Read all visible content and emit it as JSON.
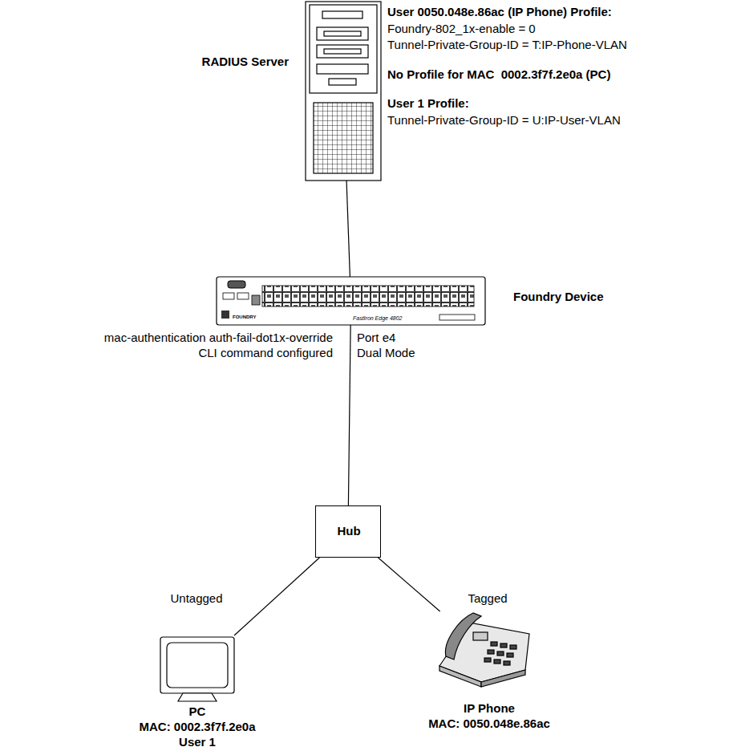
{
  "diagram": {
    "nodes": [
      {
        "text": [
          "RADIUS Server"
        ]
      },
      {
        "text": [
          "Foundry Device"
        ]
      },
      {
        "text": [
          "Hub"
        ]
      },
      {
        "text": [
          "PC",
          "MAC: 0002.3f7f.2e0a",
          "User 1"
        ]
      },
      {
        "text": [
          "IP Phone",
          "MAC: 0050.048e.86ac"
        ]
      }
    ],
    "edges": [
      {
        "from": 0,
        "to": 1,
        "arrow": "none"
      },
      {
        "from": 1,
        "to": 2,
        "arrow": "none"
      },
      {
        "from": 2,
        "to": 3,
        "arrow": "none",
        "label": "Untagged"
      },
      {
        "from": 2,
        "to": 4,
        "arrow": "none",
        "label": "Tagged"
      }
    ],
    "labels": [
      "User 0050.048e.86ac (IP Phone) Profile:",
      "Foundry-802_1x-enable = 0",
      "Tunnel-Private-Group-ID = T:IP-Phone-VLAN",
      "No Profile for MAC  0002.3f7f.2e0a (PC)",
      "User 1 Profile:",
      "Tunnel-Private-Group-ID = U:IP-User-VLAN",
      "mac-authentication auth-fail-dot1x-override",
      "CLI command configured",
      "Port e4",
      "Dual Mode",
      "FOUNDRY",
      "FastIron Edge 4802"
    ]
  }
}
